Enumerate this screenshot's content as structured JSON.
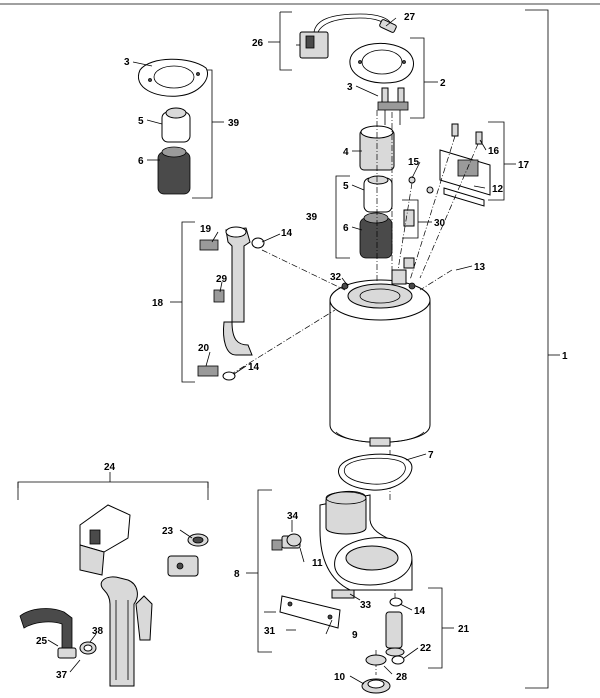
{
  "callouts": {
    "c1": "1",
    "c2": "2",
    "c3a": "3",
    "c3b": "3",
    "c4": "4",
    "c5a": "5",
    "c5b": "5",
    "c6a": "6",
    "c6b": "6",
    "c7": "7",
    "c8": "8",
    "c9": "9",
    "c10": "10",
    "c11": "11",
    "c12": "12",
    "c13": "13",
    "c14a": "14",
    "c14b": "14",
    "c14c": "14",
    "c15": "15",
    "c16": "16",
    "c17": "17",
    "c18": "18",
    "c19": "19",
    "c20": "20",
    "c21": "21",
    "c22": "22",
    "c23": "23",
    "c24": "24",
    "c25": "25",
    "c26": "26",
    "c27": "27",
    "c28": "28",
    "c29": "29",
    "c30": "30",
    "c31": "31",
    "c32": "32",
    "c33": "33",
    "c34": "34",
    "c37": "37",
    "c38": "38",
    "c39a": "39",
    "c39b": "39"
  }
}
